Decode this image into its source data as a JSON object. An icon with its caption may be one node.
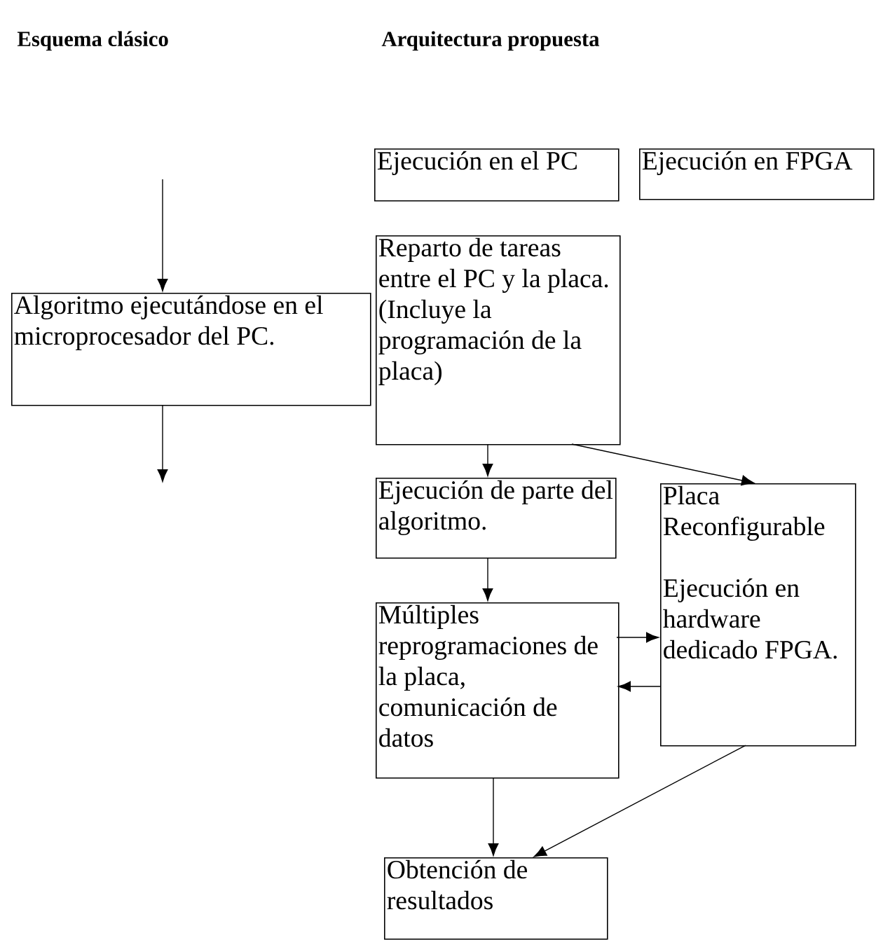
{
  "diagram": {
    "nodes": [
      {
        "text": [
          "Algoritmo ejecutándose en el microprocesador del PC."
        ]
      },
      {
        "text": [
          "Ejecución en el PC"
        ]
      },
      {
        "text": [
          "Ejecución en FPGA"
        ]
      },
      {
        "text": [
          "Reparto de tareas entre el PC y la placa. (Incluye la programación de la placa)"
        ]
      },
      {
        "text": [
          "Ejecución de parte del algoritmo."
        ]
      },
      {
        "text": [
          "Placa Reconfigurable",
          "Ejecución en hardware dedicado FPGA."
        ]
      },
      {
        "text": [
          "Múltiples reprogramaciones de la placa, comunicación de datos"
        ]
      },
      {
        "text": [
          "Obtención de resultados"
        ]
      }
    ],
    "edges": [
      {
        "from": null,
        "to": 0,
        "arrow": "to"
      },
      {
        "from": 0,
        "to": null,
        "arrow": "to"
      },
      {
        "from": 3,
        "to": 4,
        "arrow": "to"
      },
      {
        "from": 3,
        "to": 5,
        "arrow": "to"
      },
      {
        "from": 4,
        "to": 6,
        "arrow": "to"
      },
      {
        "from": 6,
        "to": 5,
        "arrow": "to"
      },
      {
        "from": 5,
        "to": 6,
        "arrow": "to"
      },
      {
        "from": 6,
        "to": 7,
        "arrow": "to"
      },
      {
        "from": 5,
        "to": 7,
        "arrow": "to"
      }
    ],
    "labels": [
      "Esquema clásico",
      "Arquitectura propuesta"
    ]
  }
}
